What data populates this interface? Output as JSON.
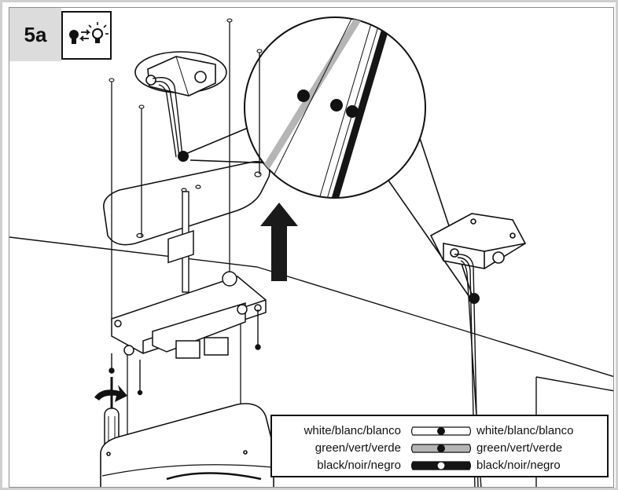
{
  "step": {
    "label": "5a"
  },
  "icons": {
    "mode": "bulb-to-bulb-exchange-icon",
    "rotate": "rotate-arrow-icon",
    "up": "up-arrow-icon"
  },
  "legend": {
    "rows": [
      {
        "left": "white/blanc/blanco",
        "right": "white/blanc/blanco",
        "color": "#ffffff"
      },
      {
        "left": "green/vert/verde",
        "right": "green/vert/verde",
        "color": "#b5b5b5"
      },
      {
        "left": "black/noir/negro",
        "right": "black/noir/negro",
        "color": "#151515"
      }
    ]
  },
  "colors": {
    "line": "#111111",
    "wire_white": "#ffffff",
    "wire_green": "#b5b5b5",
    "wire_black": "#151515",
    "badge": "#dcdcdc",
    "arrow": "#1a1a1a"
  }
}
